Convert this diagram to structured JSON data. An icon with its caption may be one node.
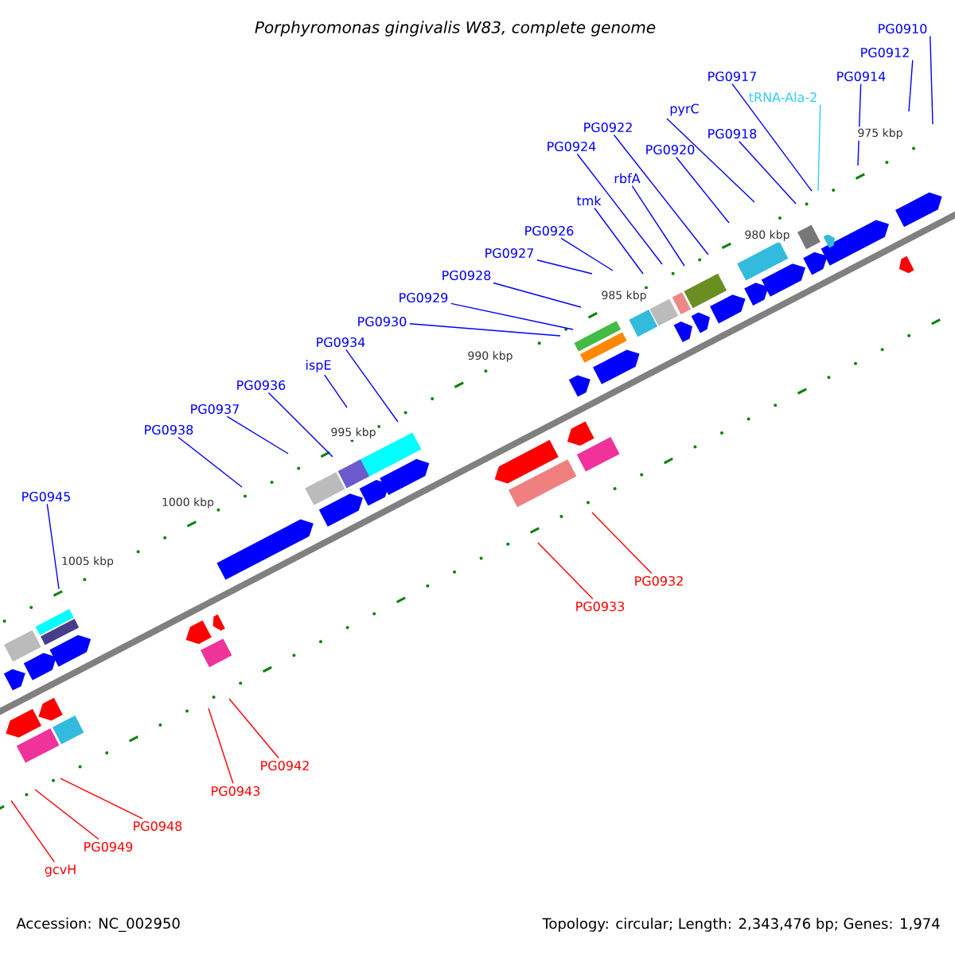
{
  "diagram": {
    "title": "Porphyromonas gingivalis W83, complete genome",
    "nodes": [
      {
        "text": [
          "PG0910"
        ]
      },
      {
        "text": [
          "PG0912"
        ]
      },
      {
        "text": [
          "PG0917"
        ]
      },
      {
        "text": [
          "PG0914"
        ]
      },
      {
        "text": [
          "tRNA-Ala-2"
        ]
      },
      {
        "text": [
          "pyrC"
        ]
      },
      {
        "text": [
          "PG0922"
        ]
      },
      {
        "text": [
          "PG0918"
        ]
      },
      {
        "text": [
          "PG0924"
        ]
      },
      {
        "text": [
          "PG0920"
        ]
      },
      {
        "text": [
          "rbfA"
        ]
      },
      {
        "text": [
          "tmk"
        ]
      },
      {
        "text": [
          "PG0926"
        ]
      },
      {
        "text": [
          "PG0927"
        ]
      },
      {
        "text": [
          "PG0928"
        ]
      },
      {
        "text": [
          "PG0929"
        ]
      },
      {
        "text": [
          "PG0930"
        ]
      },
      {
        "text": [
          "PG0934"
        ]
      },
      {
        "text": [
          "ispE"
        ]
      },
      {
        "text": [
          "PG0936"
        ]
      },
      {
        "text": [
          "PG0937"
        ]
      },
      {
        "text": [
          "PG0938"
        ]
      },
      {
        "text": [
          "PG0945"
        ]
      },
      {
        "text": [
          "PG0932"
        ]
      },
      {
        "text": [
          "PG0933"
        ]
      },
      {
        "text": [
          "PG0942"
        ]
      },
      {
        "text": [
          "PG0943"
        ]
      },
      {
        "text": [
          "PG0948"
        ]
      },
      {
        "text": [
          "PG0949"
        ]
      },
      {
        "text": [
          "gcvH"
        ]
      }
    ],
    "edges": [
      {
        "from": 0,
        "to": null,
        "arrow": "none"
      },
      {
        "from": 1,
        "to": null,
        "arrow": "none"
      },
      {
        "from": 2,
        "to": null,
        "arrow": "none"
      },
      {
        "from": 3,
        "to": null,
        "arrow": "none"
      },
      {
        "from": 4,
        "to": null,
        "arrow": "none",
        "color": "#33ccff"
      },
      {
        "from": 5,
        "to": null,
        "arrow": "none"
      },
      {
        "from": 6,
        "to": null,
        "arrow": "none"
      },
      {
        "from": 7,
        "to": null,
        "arrow": "none"
      },
      {
        "from": 8,
        "to": null,
        "arrow": "none"
      },
      {
        "from": 9,
        "to": null,
        "arrow": "none"
      },
      {
        "from": 10,
        "to": null,
        "arrow": "none"
      },
      {
        "from": 11,
        "to": null,
        "arrow": "none"
      },
      {
        "from": 12,
        "to": null,
        "arrow": "none"
      },
      {
        "from": 13,
        "to": null,
        "arrow": "none"
      },
      {
        "from": 14,
        "to": null,
        "arrow": "none"
      },
      {
        "from": 15,
        "to": null,
        "arrow": "none"
      },
      {
        "from": 16,
        "to": null,
        "arrow": "none"
      },
      {
        "from": 17,
        "to": null,
        "arrow": "none"
      },
      {
        "from": 18,
        "to": null,
        "arrow": "none"
      },
      {
        "from": 19,
        "to": null,
        "arrow": "none"
      },
      {
        "from": 20,
        "to": null,
        "arrow": "none"
      },
      {
        "from": 21,
        "to": null,
        "arrow": "none"
      },
      {
        "from": 22,
        "to": null,
        "arrow": "none"
      },
      {
        "from": 23,
        "to": null,
        "arrow": "none",
        "color": "#ff0000"
      },
      {
        "from": 24,
        "to": null,
        "arrow": "none",
        "color": "#ff0000"
      },
      {
        "from": 25,
        "to": null,
        "arrow": "none",
        "color": "#ff0000"
      },
      {
        "from": 26,
        "to": null,
        "arrow": "none",
        "color": "#ff0000"
      },
      {
        "from": 27,
        "to": null,
        "arrow": "none",
        "color": "#ff0000"
      },
      {
        "from": 28,
        "to": null,
        "arrow": "none",
        "color": "#ff0000"
      },
      {
        "from": 29,
        "to": null,
        "arrow": "none",
        "color": "#ff0000"
      }
    ],
    "labels": [
      "975 kbp",
      "980 kbp",
      "985 kbp",
      "990 kbp",
      "995 kbp",
      "1000 kbp",
      "1005 kbp",
      "Accession: NC_002950",
      "Topology: circular; Length: 2,343,476 bp; Genes: 1,974"
    ]
  }
}
